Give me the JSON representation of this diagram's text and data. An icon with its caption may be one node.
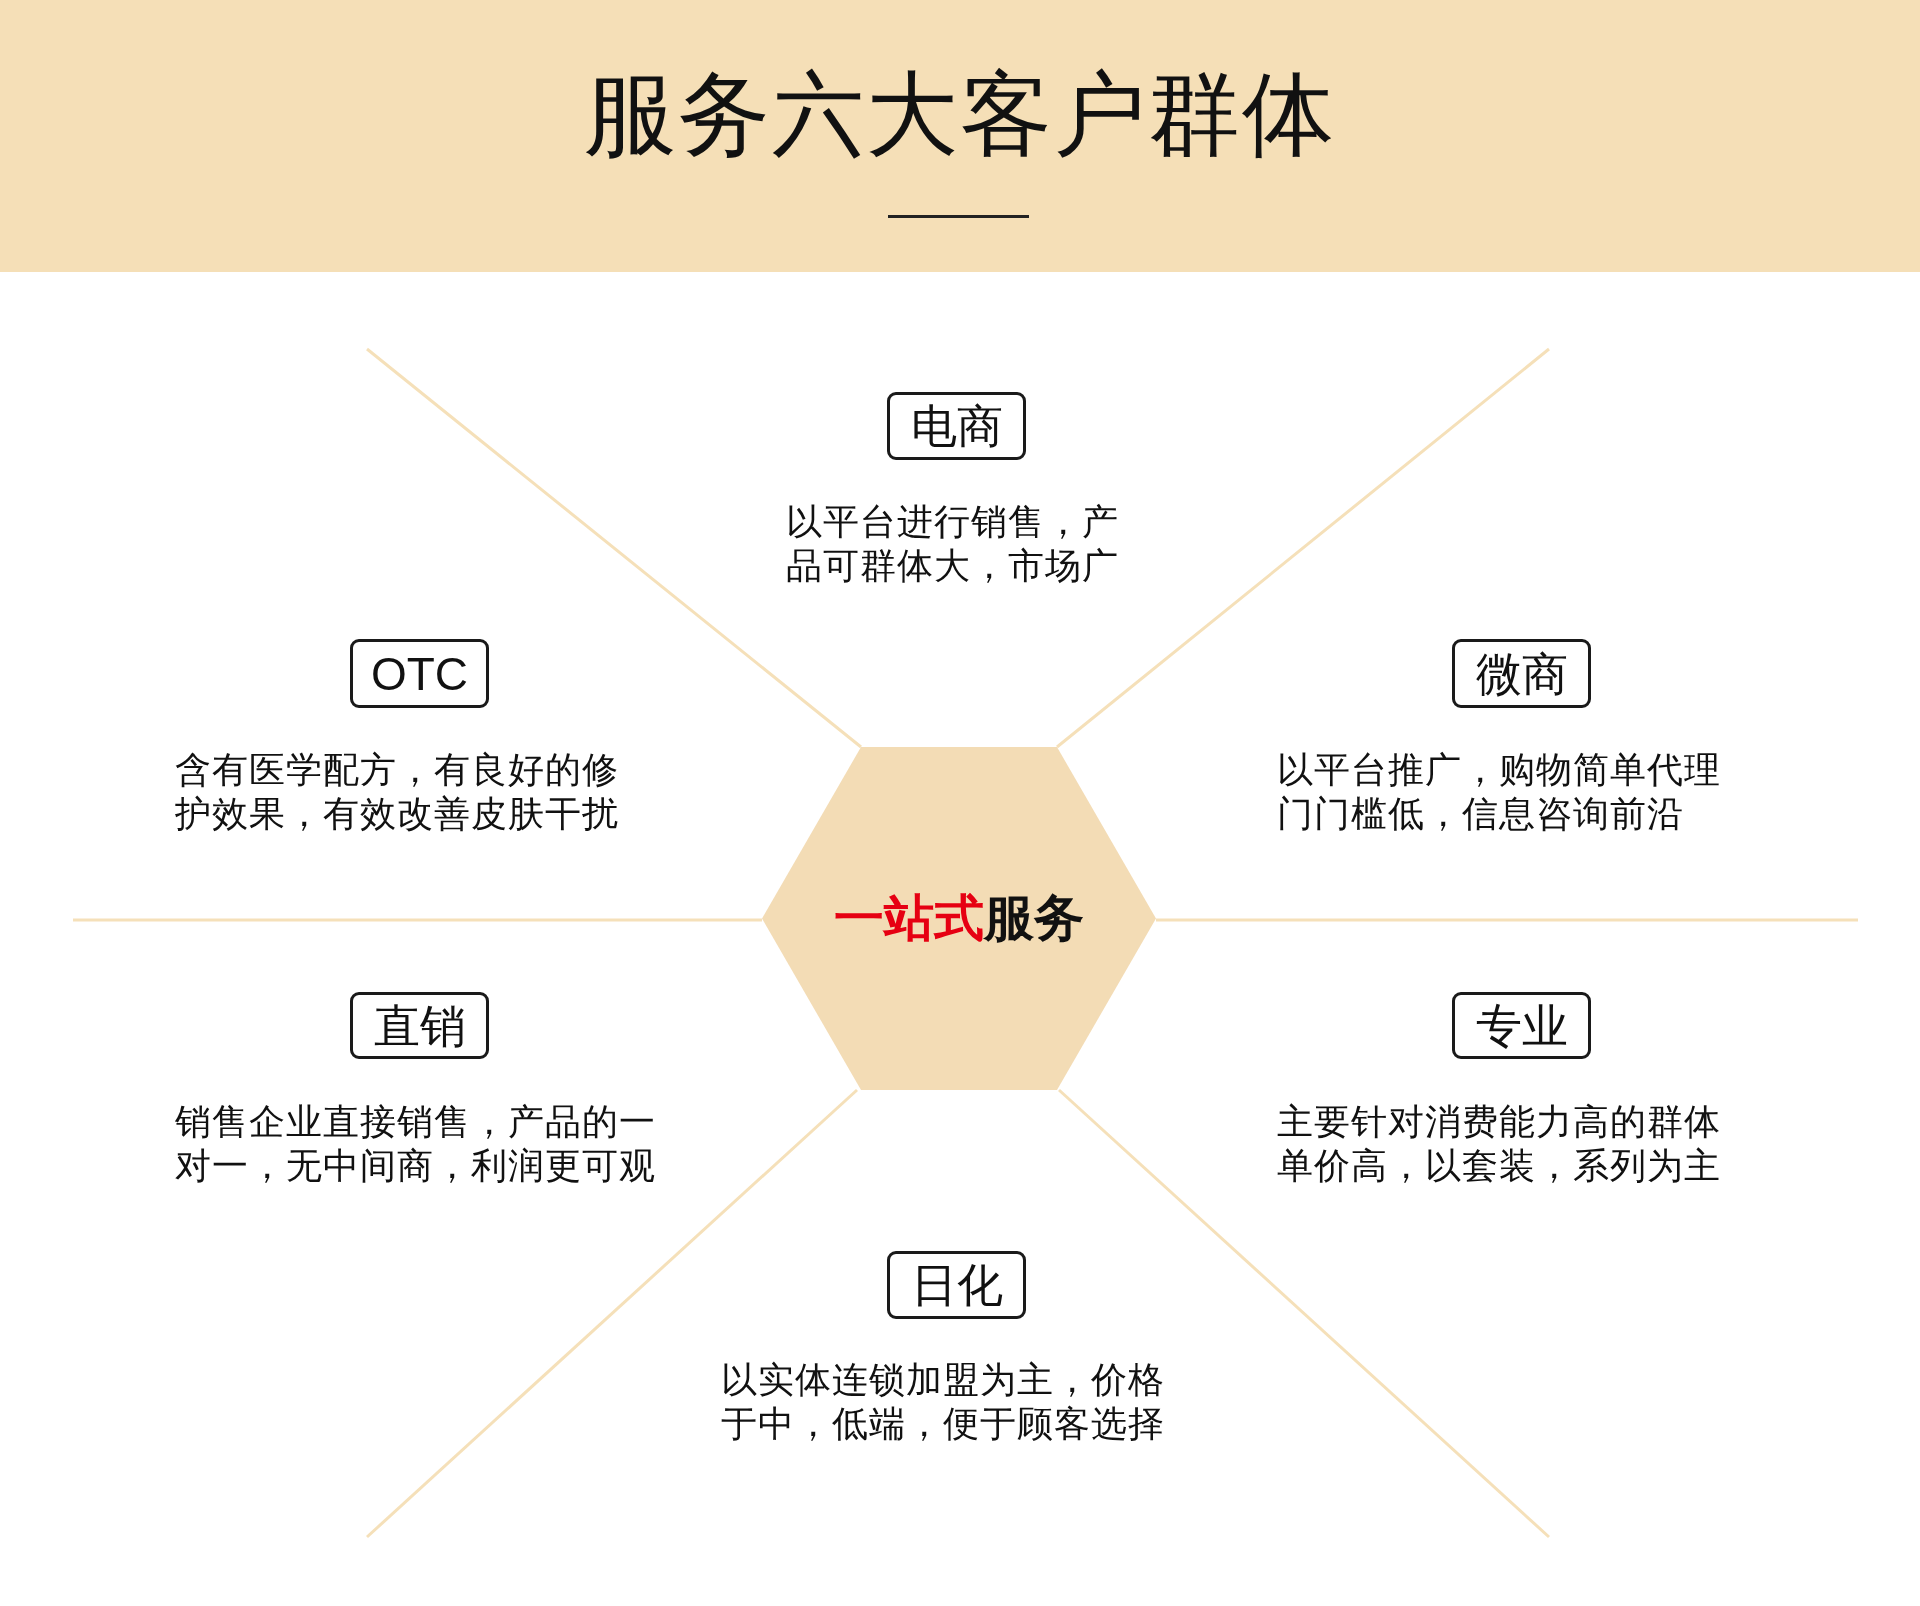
{
  "diagram": {
    "title": "服务六大客户群体",
    "nodes": [
      {
        "text": [
          "电商"
        ],
        "beside": [
          "以平台进行销售，产品可群体大，市场广"
        ]
      },
      {
        "text": [
          "OTC"
        ],
        "beside": [
          "含有医学配方，有良好的修护效果，有效改善皮肤干扰"
        ]
      },
      {
        "text": [
          "微商"
        ],
        "beside": [
          "以平台推广，购物简单代理门门槛低，信息咨询前沿"
        ]
      },
      {
        "text": [
          "**一站式**服务"
        ]
      },
      {
        "text": [
          "直销"
        ],
        "beside": [
          "销售企业直接销售，产品的一对一，无中间商，利润更可观"
        ]
      },
      {
        "text": [
          "专业"
        ],
        "beside": [
          "主要针对消费能力高的群体单价高，以套装，系列为主"
        ]
      },
      {
        "text": [
          "日化"
        ],
        "beside": [
          "以实体连锁加盟为主，价格于中，低端，便于顾客选择"
        ]
      }
    ]
  }
}
